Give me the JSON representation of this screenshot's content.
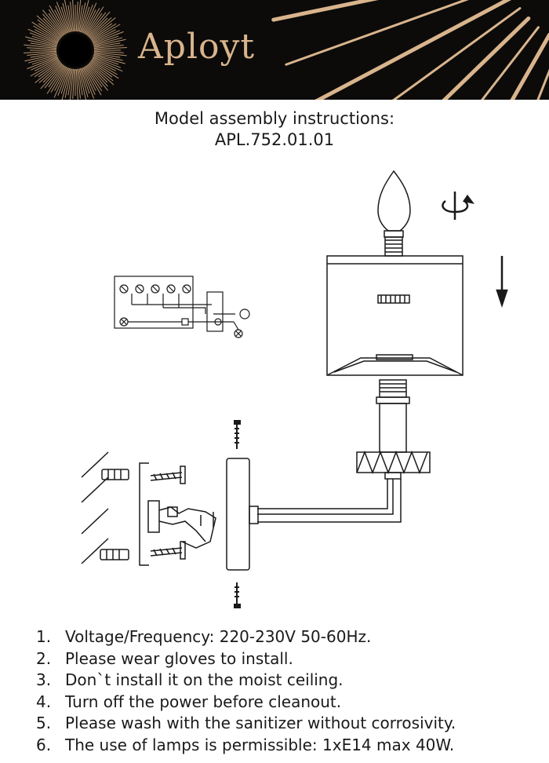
{
  "header": {
    "brand": "Aployt",
    "logo_icon": "sunburst-logo-icon",
    "accent_color": "#d9b48c",
    "background_color": "#0c0b0a"
  },
  "title": {
    "line1": "Model assembly instructions:",
    "line2": "APL.752.01.01"
  },
  "diagram": {
    "icons": [
      "candle-bulb-icon",
      "rotate-icon",
      "arrow-down-icon",
      "wiring-diagram-icon",
      "screw-icon",
      "wall-anchor-icon"
    ]
  },
  "notes": [
    {
      "num": "1.",
      "text": "Voltage/Frequency: 220-230V 50-60Hz."
    },
    {
      "num": "2.",
      "text": "Please wear gloves to install."
    },
    {
      "num": "3.",
      "text": "Don`t install it on the moist ceiling."
    },
    {
      "num": "4.",
      "text": "Turn off the power before cleanout."
    },
    {
      "num": "5.",
      "text": "Please wash with the sanitizer without corrosivity."
    },
    {
      "num": "6.",
      "text": "The use of lamps is permissible: 1xE14 max 40W."
    }
  ]
}
